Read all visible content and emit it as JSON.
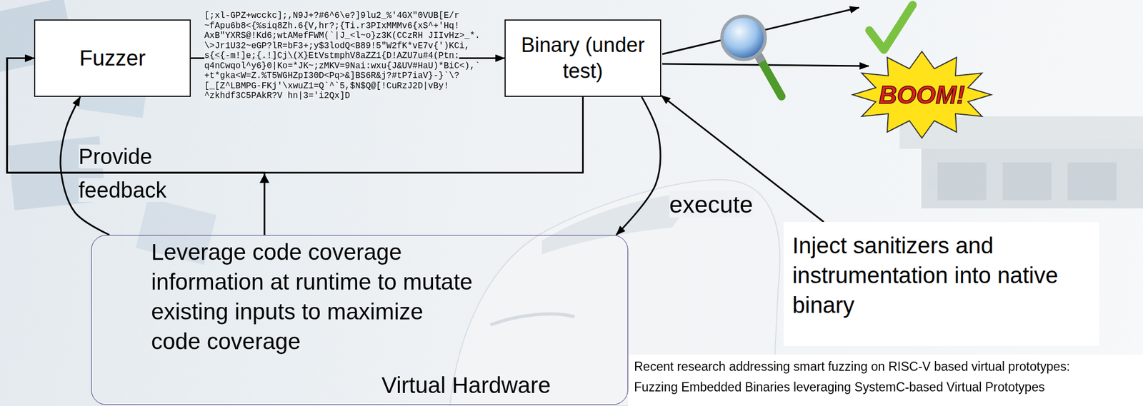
{
  "diagram": {
    "nodes": [
      {
        "text": [
          "Fuzzer"
        ]
      },
      {
        "text": [
          "Binary (under test)"
        ]
      },
      {
        "text": [
          "Leverage code coverage information at runtime to mutate existing inputs to maximize code coverage",
          "Virtual Hardware"
        ]
      },
      {
        "text": [
          "Inject sanitizers and instrumentation into native binary"
        ]
      }
    ],
    "edges": [
      {
        "from": 0,
        "to": 1,
        "arrow": "to"
      },
      {
        "from": 1,
        "to": 0,
        "arrow": "to"
      },
      {
        "from": 2,
        "to": 0,
        "arrow": "to"
      },
      {
        "from": 2,
        "to": 0,
        "label": "Provide feedback",
        "arrow": "to"
      },
      {
        "from": 1,
        "to": 2,
        "label": "execute",
        "arrow": "to"
      },
      {
        "from": 3,
        "to": 1,
        "arrow": "to"
      }
    ],
    "labels": [
      "[;xl-GPZ+wcckc];,N9J+?#6^6\\e?]9lu2_%'4GX\"0VUB[E/r",
      "~fApu6b8<{%siq8Zh.6{V,hr?;{Ti.r3PIxMMMv6{xS^+'Hq!",
      "AxB\"YXRS@!Kd6;wtAMefFWM(`|J_<l~o}z3K(CCzRH JIIvHz>_*.",
      "\\>Jr1U32~eGP?lR=bF3+;y$3lodQ<B89!5\"W2fK*vE7v{')KCi,",
      "s{<{-m!]e;{.!]Cj\\(X}EtVstmphV8aZZ1{D!AZU7u#4(Ptn:",
      "q4nCwqol^y6}0|Ko=*JK~;zMKV=9Nai:wxu{J&UV#HaU)*BiC<),`",
      "+t*gka<W=Z.%T5WGHZpI30D<Pq>&]BS6R&j?#tP7iaV}-}`\\?",
      "[_[Z^LBMPG-FKj'\\xwuZ1=Q`^`5,$N$Q@[!CuRzJ2D|vBy!",
      "^zkhdf3C5PAkR?V hn|3='i2Qx]D",
      "BOOM!",
      "Recent research addressing smart fuzzing on RISC-V based virtual prototypes:",
      "Fuzzing Embedded Binaries leveraging SystemC-based Virtual Prototypes"
    ]
  }
}
